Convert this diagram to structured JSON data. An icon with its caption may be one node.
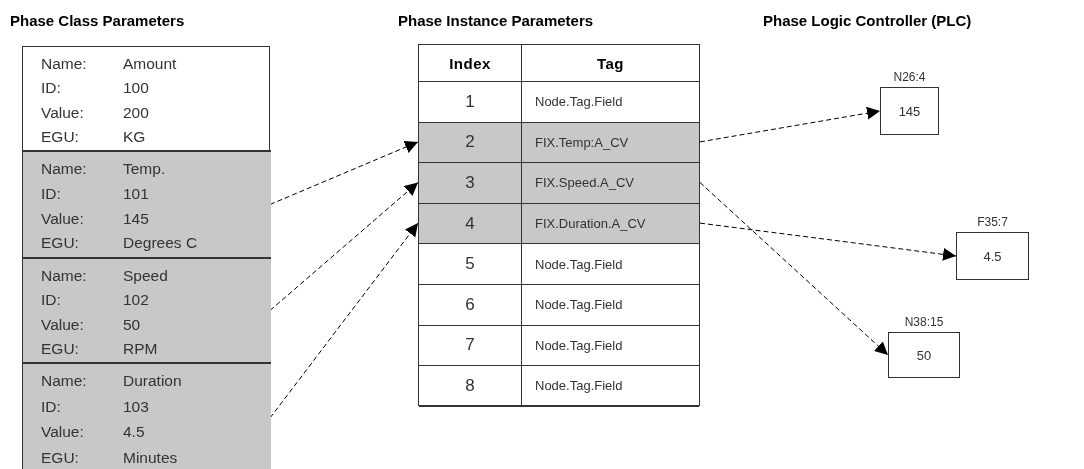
{
  "diagram": {
    "nodes": [
      {
        "text": [
          "Phase Class Parameters"
        ]
      },
      {
        "text": [
          "Name:",
          "Amount",
          "ID:",
          "100",
          "Value:",
          "200",
          "EGU:",
          "KG"
        ],
        "in": 0
      },
      {
        "text": [
          "Name:",
          "Temp.",
          "ID:",
          "101",
          "Value:",
          "145",
          "EGU:",
          "Degrees C"
        ],
        "in": 0
      },
      {
        "text": [
          "Name:",
          "Speed",
          "ID:",
          "102",
          "Value:",
          "50",
          "EGU:",
          "RPM"
        ],
        "in": 0
      },
      {
        "text": [
          "Name:",
          "Duration",
          "ID:",
          "103",
          "Value:",
          "4.5",
          "EGU:",
          "Minutes"
        ],
        "in": 0
      },
      {
        "text": [
          "Phase Instance Parameters"
        ]
      },
      {
        "text": [
          "Index",
          "Tag"
        ],
        "in": 5
      },
      {
        "text": [
          "1",
          "Node.Tag.Field"
        ],
        "in": 5
      },
      {
        "text": [
          "2",
          "FIX.Temp:A_CV"
        ],
        "in": 5
      },
      {
        "text": [
          "3",
          "FIX.Speed.A_CV"
        ],
        "in": 5
      },
      {
        "text": [
          "4",
          "FIX.Duration.A_CV"
        ],
        "in": 5
      },
      {
        "text": [
          "5",
          "Node.Tag.Field"
        ],
        "in": 5
      },
      {
        "text": [
          "6",
          "Node.Tag.Field"
        ],
        "in": 5
      },
      {
        "text": [
          "7",
          "Node.Tag.Field"
        ],
        "in": 5
      },
      {
        "text": [
          "8",
          "Node.Tag.Field"
        ],
        "in": 5
      },
      {
        "text": [
          "145"
        ],
        "beside": [
          "N26:4"
        ]
      },
      {
        "text": [
          "4.5"
        ],
        "beside": [
          "F35:7"
        ]
      },
      {
        "text": [
          "50"
        ],
        "beside": [
          "N38:15"
        ]
      }
    ],
    "edges": [
      {
        "from": 2,
        "to": 8,
        "arrow": "to",
        "style": "dashed"
      },
      {
        "from": 3,
        "to": 9,
        "arrow": "to",
        "style": "dashed"
      },
      {
        "from": 4,
        "to": 10,
        "arrow": "to",
        "style": "dashed"
      },
      {
        "from": 8,
        "to": 15,
        "arrow": "to",
        "style": "dashed"
      },
      {
        "from": 9,
        "to": 17,
        "arrow": "to",
        "style": "dashed"
      },
      {
        "from": 10,
        "to": 16,
        "arrow": "to",
        "style": "dashed"
      }
    ],
    "labels": [
      "Phase Logic Controller (PLC)"
    ]
  }
}
